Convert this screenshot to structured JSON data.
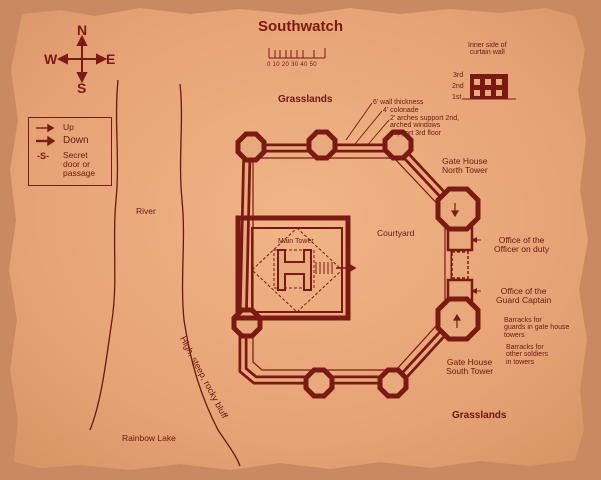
{
  "title": "Southwatch",
  "compass": {
    "n": "N",
    "s": "S",
    "w": "W",
    "e": "E"
  },
  "scale": {
    "ticks": "0  10  20  30  40  50"
  },
  "legend": {
    "up_label": "Up",
    "down_label": "Down",
    "secret_symbol": "-S-",
    "secret_label": "Secret\ndoor or\npassage"
  },
  "curtain": {
    "title": "Inner side of\ncurtain wall",
    "floor3": "3rd",
    "floor2": "2nd",
    "floor1": "1st"
  },
  "labels": {
    "grasslands_north": "Grasslands",
    "grasslands_south": "Grasslands",
    "river": "River",
    "rainbow_lake": "Rainbow Lake",
    "bluff": "High, steep, rocky bluff",
    "wall_thickness": "6' wall thickness",
    "colonnade": "4' colonade",
    "arches": "2' arches support 2nd,\narched windows\nsupport 3rd floor",
    "gate_house_north": "Gate House\nNorth Tower",
    "gate_house_south": "Gate House\nSouth Tower",
    "courtyard": "Courtyard",
    "main_tower": "Main Tower",
    "office_duty": "Office of the\nOfficer on duty",
    "office_captain": "Office of the\nGuard Captain",
    "barracks_gate": "Barracks for\nguards in gate house\ntowers",
    "barracks_other": "Barracks for\nother soldiers\nin towers"
  },
  "colors": {
    "parchment": "#e8a97c",
    "ink": "#7a1a13",
    "background": "#c98a62"
  }
}
